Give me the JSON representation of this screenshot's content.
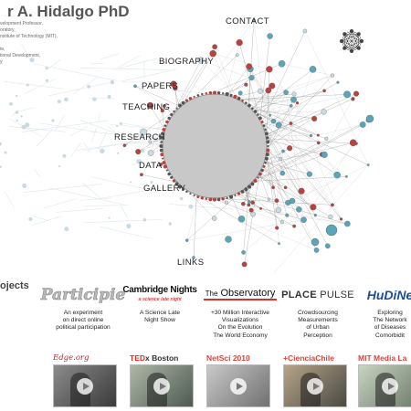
{
  "header": {
    "title": "r A. Hidalgo PhD",
    "sublines": [
      "velopment Professor,",
      "oratory,",
      "nstitute of Technology (MIT),",
      "",
      "te,",
      "tional Development,",
      "y"
    ]
  },
  "nav": {
    "contact": "CONTACT",
    "biography": "BIOGRAPHY",
    "papers": "PAPERS",
    "teaching": "TEACHING",
    "research": "RESEARCH",
    "data": "DATA",
    "gallery": "GALLERY",
    "links": "LINKS"
  },
  "colors": {
    "node_red": "#b5443f",
    "node_blue": "#5aa5b8",
    "node_faint": "#c9dbe2",
    "circle_fill": "#c8c8c8",
    "accent_red": "#d9443a"
  },
  "projects": {
    "label": "ojects",
    "items": [
      {
        "logo": "Participie",
        "desc": "An experiment\non direct online\npolitical participation"
      },
      {
        "logo": "Cambridge Nights",
        "logo_sub": "a science late night",
        "desc": "A Science Late\nNight Show"
      },
      {
        "logo_the": "The",
        "logo": "Observatory",
        "desc": "+30 Million Interactive\nVisualizations\nOn the Evolution\nThe World Economy"
      },
      {
        "logo": "PLACE",
        "logo_b": "PULSE",
        "desc": "Crowdsourcing\nMeasurements\nof Urban\nPerception"
      },
      {
        "logo": "HuDiNe",
        "desc": "Exploring\nThe Network\nof Diseases\nComorbidit"
      }
    ]
  },
  "videos": [
    {
      "title": "Edge.org",
      "icon": "play-icon"
    },
    {
      "title_a": "TED",
      "title_b": "x Boston",
      "icon": "play-icon"
    },
    {
      "title": "NetSci 2010",
      "icon": "play-icon"
    },
    {
      "title": "+CienciaChile",
      "icon": "play-icon"
    },
    {
      "title": "MIT Media La",
      "icon": "play-icon"
    }
  ]
}
